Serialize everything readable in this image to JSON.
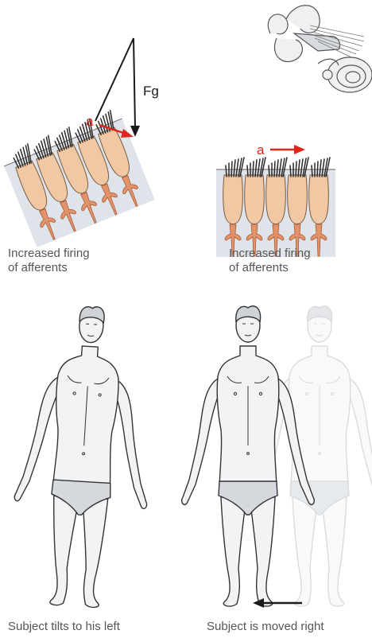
{
  "labels": {
    "gravity_force": "Fg",
    "acceleration_left": "a",
    "acceleration_right": "a"
  },
  "captions": {
    "left_firing_line1": "Increased firing",
    "left_firing_line2": "of afferents",
    "right_firing_line1": "Increased firing",
    "right_firing_line2": "of afferents",
    "left_subject": "Subject tilts to his left",
    "right_subject": "Subject is moved right"
  },
  "colors": {
    "accel_arrow": "#e1251b",
    "force_line": "#1a1a1a",
    "hair_cell_body": "#f0c9a4",
    "nerve_ending": "#e2936a",
    "macula_background": "#dfe4ea",
    "skin": "#f2f3f5",
    "briefs": "#d5d9de",
    "outline": "#333333",
    "ghost_outline": "#bbbbbb"
  },
  "icons": {
    "inner_ear": "inner-ear-labyrinth-icon"
  }
}
